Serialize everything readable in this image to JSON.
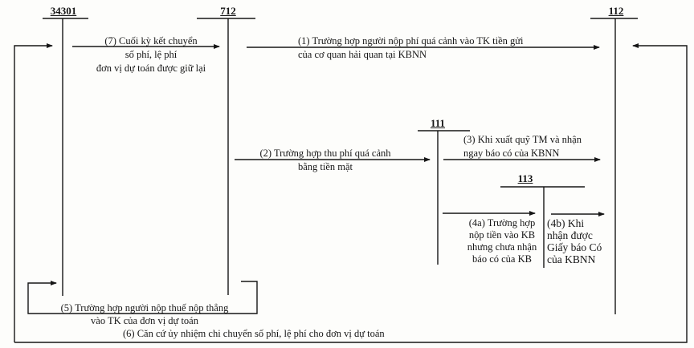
{
  "accounts": {
    "a34301": "34301",
    "a712": "712",
    "a112": "112",
    "a111": "111",
    "a113": "113"
  },
  "entries": {
    "e7": [
      "(7) Cuối kỳ kết chuyển",
      "số phí, lệ phí",
      "đơn vị dự toán được giữ lại"
    ],
    "e1": [
      "(1) Trường hợp người nộp phí quá cảnh vào TK tiền gửi",
      "của cơ quan hải quan tại KBNN"
    ],
    "e2": [
      "(2) Trường hợp thu phí quá cảnh",
      "bằng tiền mặt"
    ],
    "e3": [
      "(3) Khi xuất quỹ TM và nhận",
      "ngay báo có của KBNN"
    ],
    "e4a": [
      "(4a) Trường hợp",
      "nộp tiền vào KB",
      "nhưng chưa nhận",
      "báo có của KB"
    ],
    "e4b": [
      "(4b) Khi",
      "nhận được",
      "Giấy báo Có",
      "của KBNN"
    ],
    "e5": [
      "(5) Trường hợp người nộp thuế nộp thẳng",
      "vào TK của đơn vị dự toán"
    ],
    "e6": [
      "(6) Căn cứ ủy nhiệm chi chuyển số phí, lệ phí cho đơn vị dự toán"
    ]
  }
}
